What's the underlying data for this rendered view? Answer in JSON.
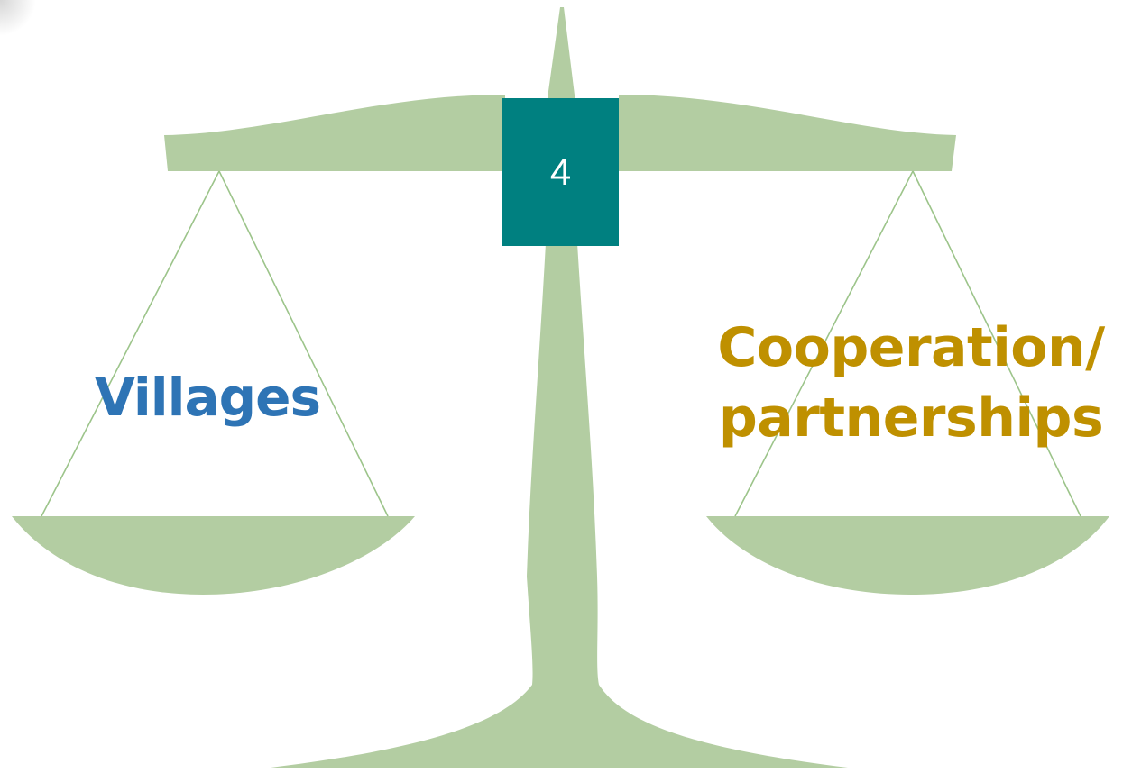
{
  "badge": {
    "number": "4",
    "color": "#008080"
  },
  "left_pan": {
    "label": "Villages",
    "color": "#2E74B5"
  },
  "right_pan": {
    "label_line1": "Cooperation/",
    "label_line2": "partnerships",
    "color": "#BF9000"
  },
  "scale": {
    "fill_color": "#B3CDA2",
    "string_color": "#9CC48A",
    "icon": "balance-scale-icon"
  }
}
